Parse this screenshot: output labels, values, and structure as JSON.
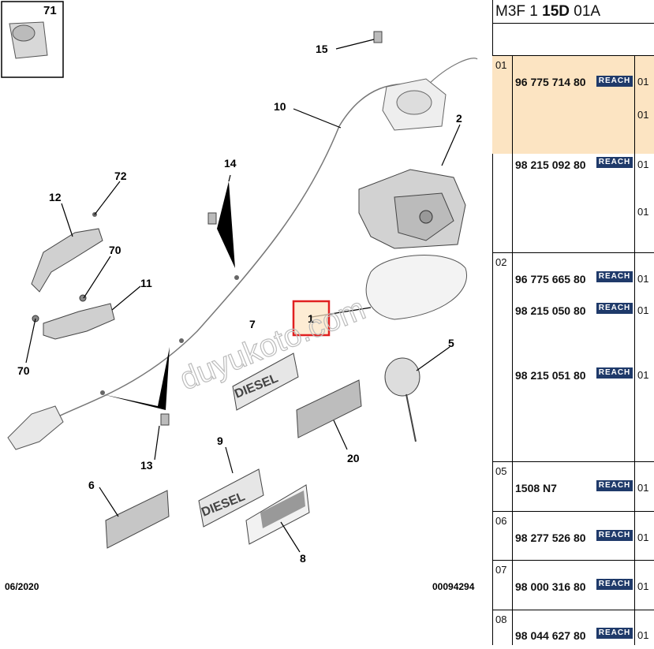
{
  "header": {
    "prefix": "M3F 1 ",
    "bold": "15D",
    "suffix": " 01A"
  },
  "diagram": {
    "date_label": "06/2020",
    "doc_number": "00094294",
    "watermark": "duyukoto.com",
    "callouts": [
      "71",
      "15",
      "10",
      "2",
      "14",
      "72",
      "12",
      "70",
      "11",
      "70",
      "7",
      "5",
      "13",
      "9",
      "20",
      "6",
      "8",
      "1"
    ],
    "diesel_label": "DIESEL"
  },
  "groups": [
    {
      "num": "01",
      "highlight": true,
      "rows": [
        {
          "ref": "96 775 714 80",
          "reach": "REACH",
          "qty": [
            "01",
            "01"
          ]
        }
      ]
    },
    {
      "num": "",
      "highlight": false,
      "rows": [
        {
          "ref": "98 215 092 80",
          "reach": "REACH",
          "qty": [
            "01",
            "01"
          ]
        }
      ]
    },
    {
      "num": "02",
      "highlight": false,
      "rows": [
        {
          "ref": "96 775 665 80",
          "reach": "REACH",
          "qty": [
            "01"
          ]
        },
        {
          "ref": "98 215 050 80",
          "reach": "REACH",
          "qty": [
            "01"
          ]
        },
        {
          "ref": "98 215 051 80",
          "reach": "REACH",
          "qty": [
            "01"
          ]
        }
      ]
    },
    {
      "num": "05",
      "highlight": false,
      "rows": [
        {
          "ref": "1508 N7",
          "reach": "REACH",
          "qty": [
            "01"
          ]
        }
      ]
    },
    {
      "num": "06",
      "highlight": false,
      "rows": [
        {
          "ref": "98 277 526 80",
          "reach": "REACH",
          "qty": [
            "01"
          ]
        }
      ]
    },
    {
      "num": "07",
      "highlight": false,
      "rows": [
        {
          "ref": "98 000 316 80",
          "reach": "REACH",
          "qty": [
            "01"
          ]
        }
      ]
    },
    {
      "num": "08",
      "highlight": false,
      "rows": [
        {
          "ref": "98 044 627 80",
          "reach": "REACH",
          "qty": [
            "01"
          ]
        }
      ]
    }
  ]
}
